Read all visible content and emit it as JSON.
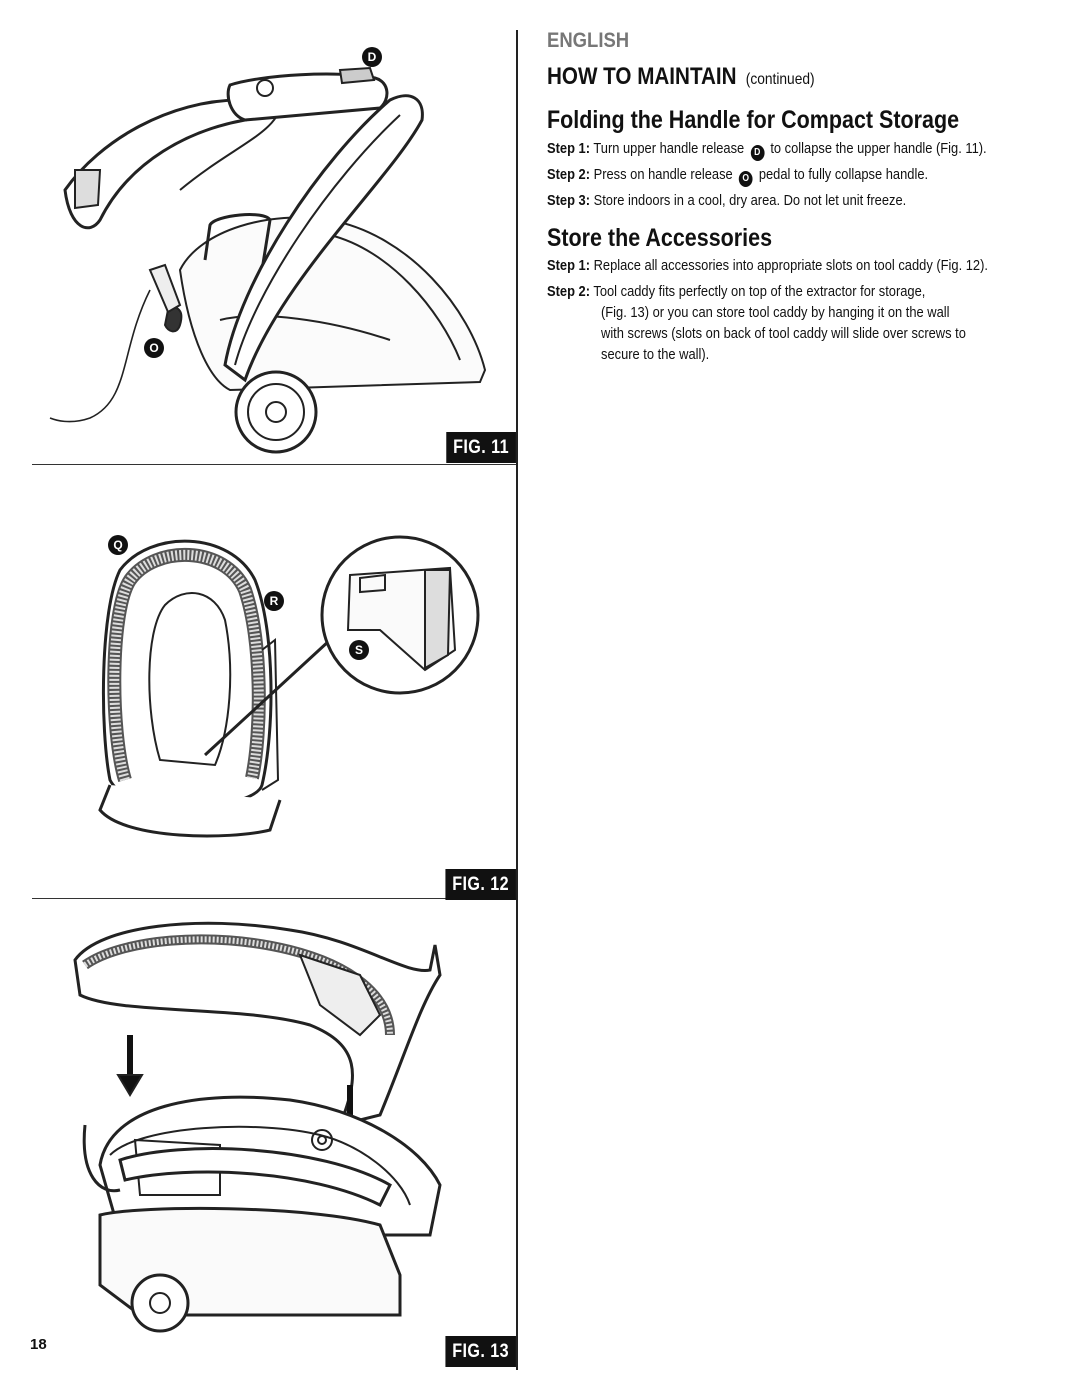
{
  "header": {
    "language": "ENGLISH",
    "section_title": "HOW TO MAINTAIN",
    "section_sub": "(continued)"
  },
  "folding": {
    "title": "Folding the Handle for Compact Storage",
    "steps": [
      {
        "label": "Step 1:",
        "before": "Turn upper handle release",
        "icon": "D",
        "after": "to collapse the upper handle (Fig. 11)."
      },
      {
        "label": "Step 2:",
        "before": "Press on handle release",
        "icon": "O",
        "after": "pedal to fully collapse handle."
      },
      {
        "label": "Step 3:",
        "text": "Store indoors in a cool, dry area. Do not let unit freeze."
      }
    ]
  },
  "accessories": {
    "title": "Store the Accessories",
    "steps": [
      {
        "label": "Step 1:",
        "text": "Replace all accessories into appropriate slots on tool caddy (Fig. 12)."
      },
      {
        "label": "Step 2:",
        "text": "Tool caddy fits perfectly on top of the extractor for storage,",
        "continuation": [
          "(Fig. 13) or you can store tool caddy by hanging it on the wall",
          "with screws (slots on back of tool caddy will slide over screws to",
          "secure to the wall)."
        ]
      }
    ]
  },
  "figures": [
    {
      "tag": "FIG. 11",
      "callouts": [
        "D",
        "O"
      ]
    },
    {
      "tag": "FIG. 12",
      "callouts": [
        "Q",
        "R",
        "S"
      ]
    },
    {
      "tag": "FIG. 13"
    }
  ],
  "page_number": "18"
}
